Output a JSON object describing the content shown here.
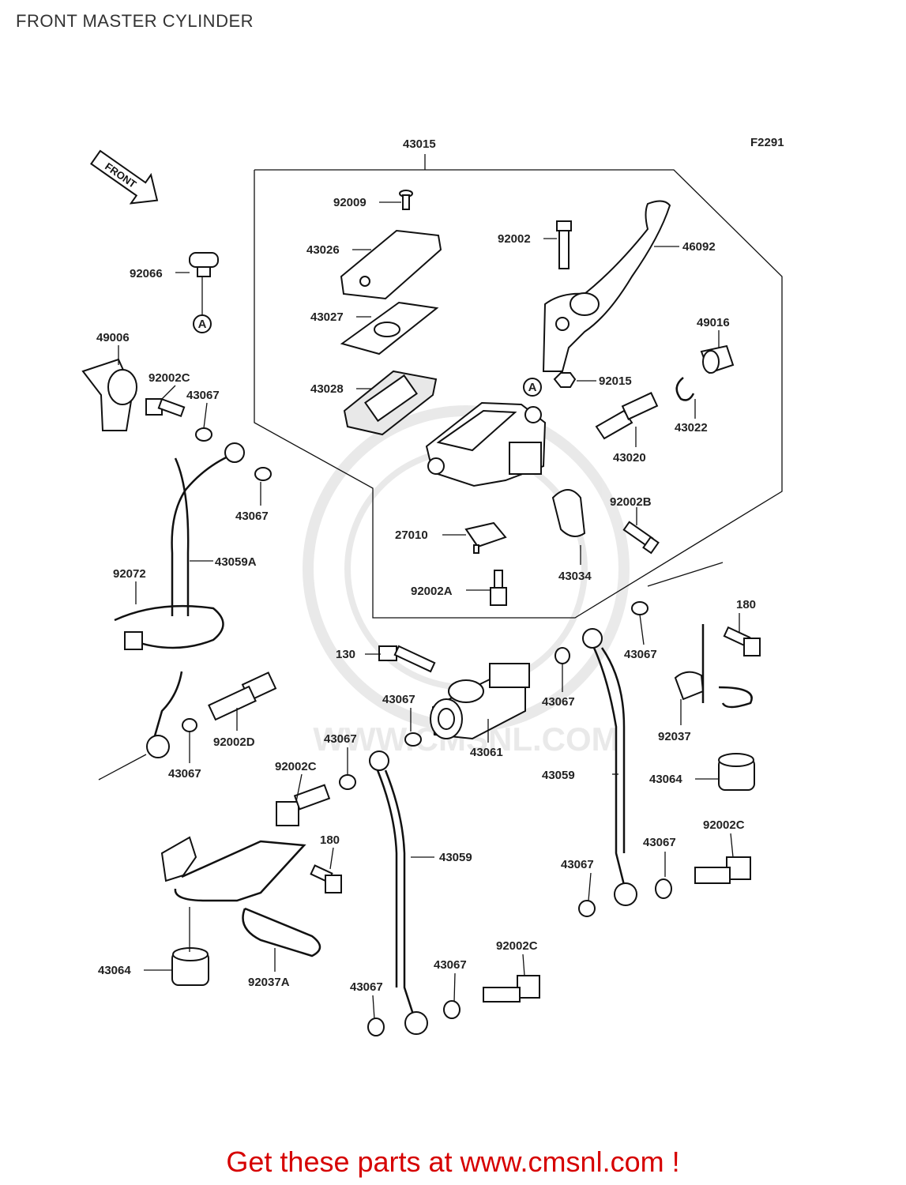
{
  "page": {
    "title": "FRONT MASTER CYLINDER",
    "figure_code": "F2291",
    "front_marker": "FRONT",
    "ref_marker": "A",
    "watermark": "WWW.CMSNL.COM",
    "footer": "Get these parts at www.cmsnl.com !"
  },
  "callouts": {
    "c43015": "43015",
    "c92009": "92009",
    "c43026": "43026",
    "c43027": "43027",
    "c43028": "43028",
    "c92002": "92002",
    "c46092": "46092",
    "c49016": "49016",
    "c92015": "92015",
    "c43022": "43022",
    "c43020": "43020",
    "c92002B": "92002B",
    "c27010": "27010",
    "c43034": "43034",
    "c92002A": "92002A",
    "c92066": "92066",
    "c49006": "49006",
    "c92002C_a": "92002C",
    "c43067_a": "43067",
    "c43067_b": "43067",
    "c43059A": "43059A",
    "c92072": "92072",
    "c92002D": "92002D",
    "c43067_c": "43067",
    "c180_a": "180",
    "c43067_d": "43067",
    "c130": "130",
    "c43067_e": "43067",
    "c43067_f": "43067",
    "c43061": "43061",
    "c43067_g": "43067",
    "c92002C_b": "92002C",
    "c92037": "92037",
    "c43059_a": "43059",
    "c43064_a": "43064",
    "c180_b": "180",
    "c43059_b": "43059",
    "c43067_h": "43067",
    "c43067_i": "43067",
    "c92002C_c": "92002C",
    "c43064_b": "43064",
    "c92037A": "92037A",
    "c43067_j": "43067",
    "c43067_k": "43067",
    "c92002C_d": "92002C"
  }
}
